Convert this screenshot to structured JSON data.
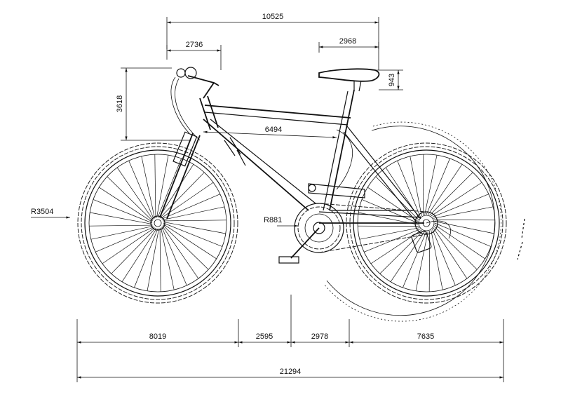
{
  "dimensions": {
    "top_overall": "10525",
    "front_top": "2736",
    "rear_top": "2968",
    "saddle_height": "943",
    "head_height": "3618",
    "top_tube": "6494",
    "front_radius": "R3504",
    "chainring_radius": "R881",
    "bottom_front": "8019",
    "bottom_mid_left": "2595",
    "bottom_mid_right": "2978",
    "bottom_rear": "7635",
    "bottom_overall": "21294"
  }
}
